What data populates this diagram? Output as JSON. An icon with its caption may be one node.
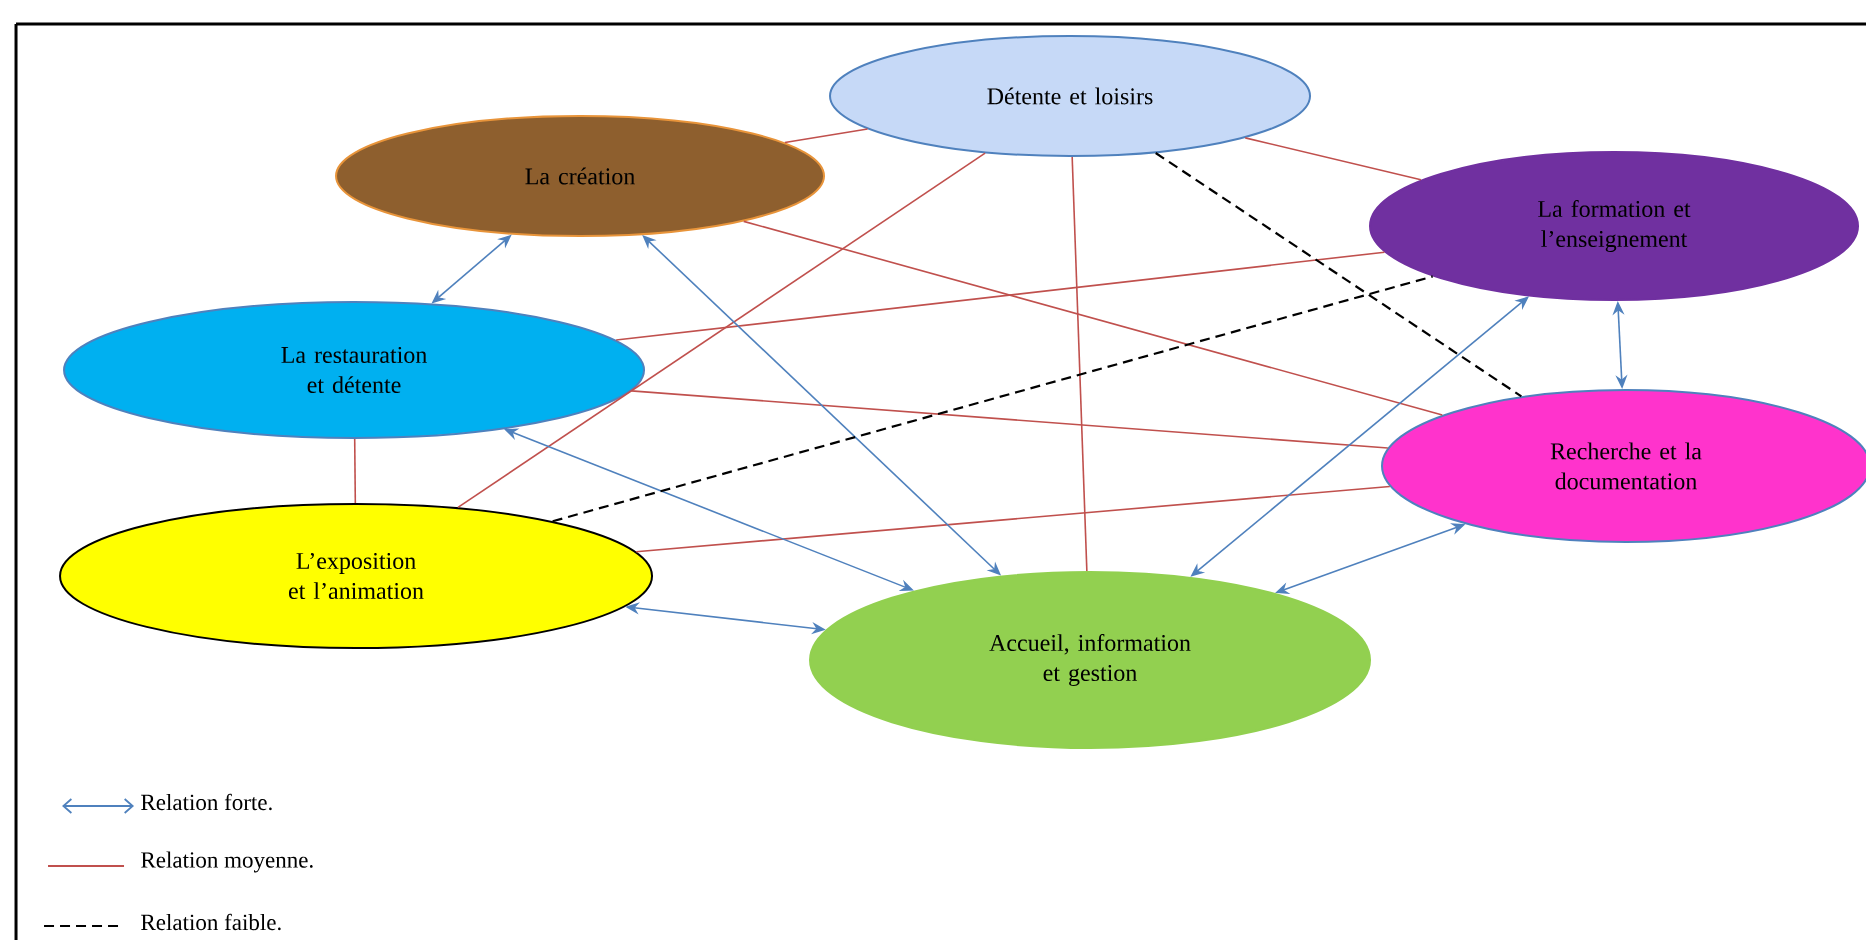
{
  "diagram": {
    "nodes": [
      {
        "text": [
          "Détente et loisirs"
        ]
      },
      {
        "text": [
          "La création"
        ]
      },
      {
        "text": [
          "La formation et l’enseignement"
        ]
      },
      {
        "text": [
          "La restauration et détente"
        ]
      },
      {
        "text": [
          "Recherche et la documentation"
        ]
      },
      {
        "text": [
          "L’exposition et l’animation"
        ]
      },
      {
        "text": [
          "Accueil, information et gestion"
        ]
      }
    ],
    "edges": [
      {
        "from": 0,
        "to": 1,
        "arrow": "none"
      },
      {
        "from": 0,
        "to": 2,
        "arrow": "none"
      },
      {
        "from": 0,
        "to": 6,
        "arrow": "none"
      },
      {
        "from": 0,
        "to": 5,
        "arrow": "none"
      },
      {
        "from": 1,
        "to": 4,
        "arrow": "none"
      },
      {
        "from": 3,
        "to": 2,
        "arrow": "none"
      },
      {
        "from": 3,
        "to": 4,
        "arrow": "none"
      },
      {
        "from": 3,
        "to": 5,
        "arrow": "none"
      },
      {
        "from": 5,
        "to": 4,
        "arrow": "none"
      },
      {
        "from": 1,
        "to": 3,
        "arrow": "both",
        "color": "#4f81bd"
      },
      {
        "from": 2,
        "to": 4,
        "arrow": "both",
        "color": "#4f81bd"
      },
      {
        "from": 1,
        "to": 6,
        "arrow": "both",
        "color": "#4f81bd"
      },
      {
        "from": 3,
        "to": 6,
        "arrow": "both",
        "color": "#4f81bd"
      },
      {
        "from": 5,
        "to": 6,
        "arrow": "both",
        "color": "#4f81bd"
      },
      {
        "from": 2,
        "to": 6,
        "arrow": "both",
        "color": "#4f81bd"
      },
      {
        "from": 4,
        "to": 6,
        "arrow": "both",
        "color": "#4f81bd"
      },
      {
        "from": 0,
        "to": 4,
        "arrow": "none",
        "style": "dashed",
        "color": "#000000"
      },
      {
        "from": 5,
        "to": 2,
        "arrow": "none",
        "style": "dashed",
        "color": "#000000"
      }
    ],
    "legend": [
      {
        "text": "Relation forte."
      },
      {
        "text": "Relation moyenne."
      },
      {
        "text": "Relation faible."
      }
    ]
  }
}
